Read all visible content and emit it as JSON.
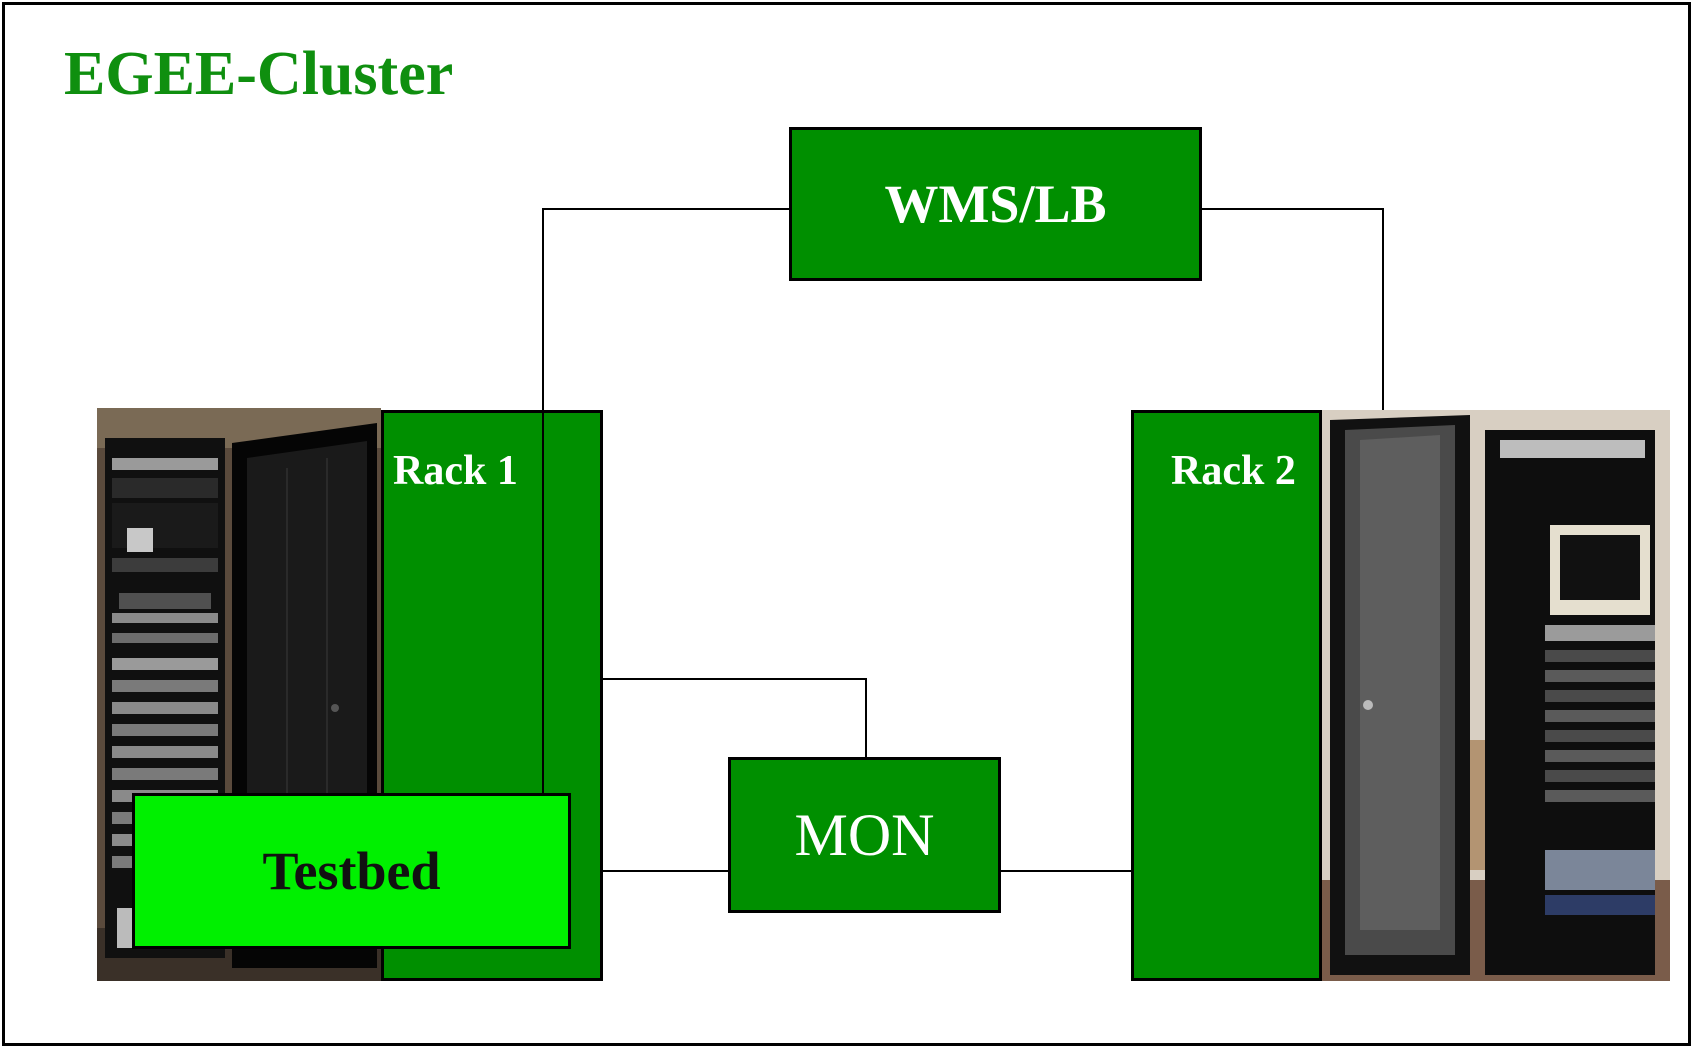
{
  "diagram": {
    "title": "EGEE-Cluster",
    "nodes": {
      "wms": "WMS/LB",
      "mon": "MON",
      "testbed": "Testbed",
      "rack1": "Rack 1",
      "rack2": "Rack 2"
    },
    "colors": {
      "title": "#0f8f0f",
      "box_fill": "#008f00",
      "testbed_fill": "#00f000",
      "border": "#000000",
      "box_text": "#ffffff"
    }
  }
}
